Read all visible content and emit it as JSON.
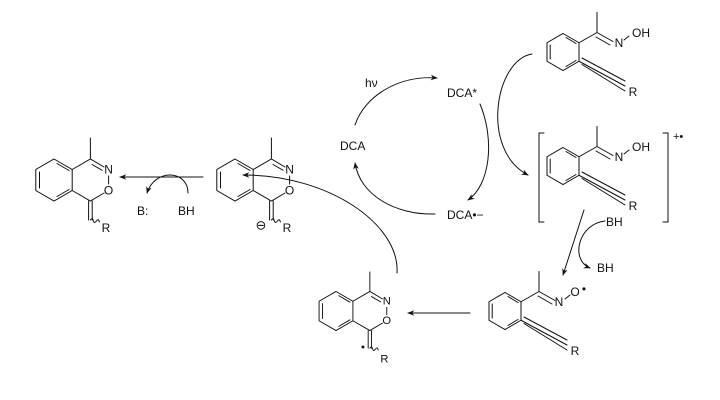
{
  "cycle": {
    "light": "hν",
    "dca": "DCA",
    "dca_excited": "DCA*",
    "dca_radical_anion": "DCA•−"
  },
  "atoms": {
    "N": "N",
    "O": "O",
    "OH": "OH",
    "R": "R",
    "radical_dot": "•",
    "anion": "⊖",
    "radical_cation": "+•"
  },
  "reagents": {
    "base": "B:",
    "acid_in": "BH",
    "acid_left": "BH",
    "acid_out": "BH"
  }
}
